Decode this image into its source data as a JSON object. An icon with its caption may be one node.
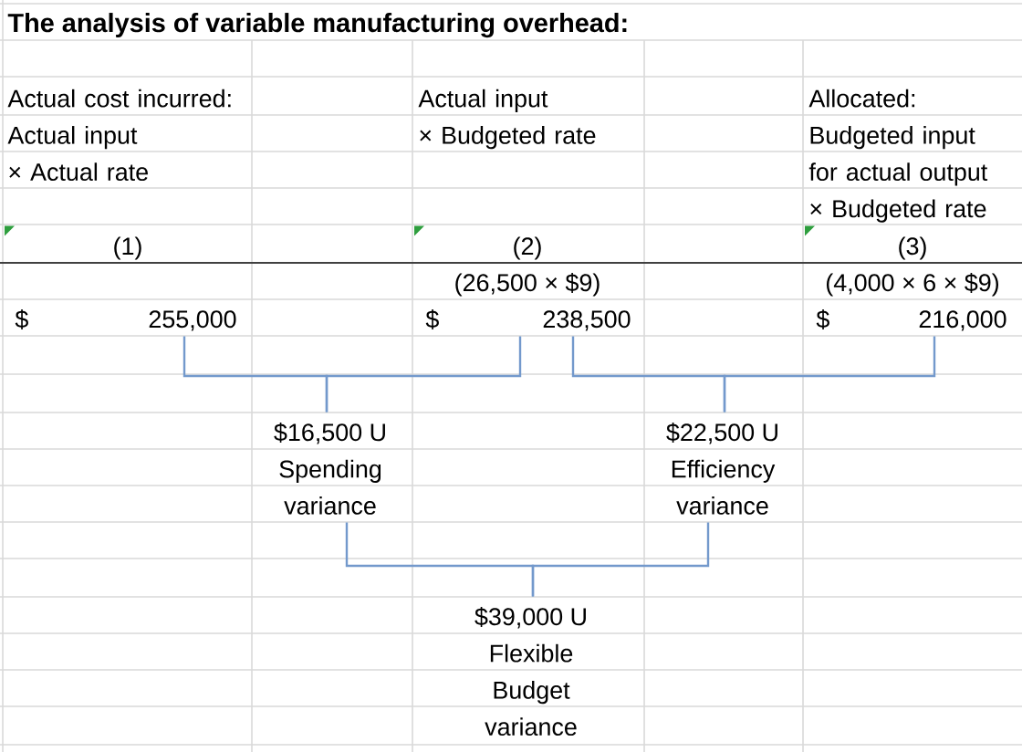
{
  "diagram": {
    "title": "The analysis of variable manufacturing overhead:",
    "nodes": [
      {
        "text": [
          "Actual cost incurred: Actual input × Actual rate",
          "(1)",
          "$",
          "255,000"
        ]
      },
      {
        "text": [
          "Actual input × Budgeted rate",
          "(2)",
          "(26,500 × $9)",
          "$",
          "238,500"
        ]
      },
      {
        "text": [
          "Allocated: Budgeted input for actual output × Budgeted rate",
          "(3)",
          "(4,000 × 6 × $9)",
          "$",
          "216,000"
        ]
      },
      {
        "text": [
          "$16,500 U",
          "Spending variance"
        ]
      },
      {
        "text": [
          "$22,500 U",
          "Efficiency variance"
        ]
      },
      {
        "text": [
          "$39,000 U",
          "Flexible Budget variance"
        ]
      }
    ],
    "edges": [
      {
        "from": 0,
        "to": 3,
        "arrow": "none"
      },
      {
        "from": 1,
        "to": 3,
        "arrow": "none"
      },
      {
        "from": 1,
        "to": 4,
        "arrow": "none"
      },
      {
        "from": 2,
        "to": 4,
        "arrow": "none"
      },
      {
        "from": 3,
        "to": 5,
        "arrow": "none"
      },
      {
        "from": 4,
        "to": 5,
        "arrow": "none"
      }
    ]
  }
}
